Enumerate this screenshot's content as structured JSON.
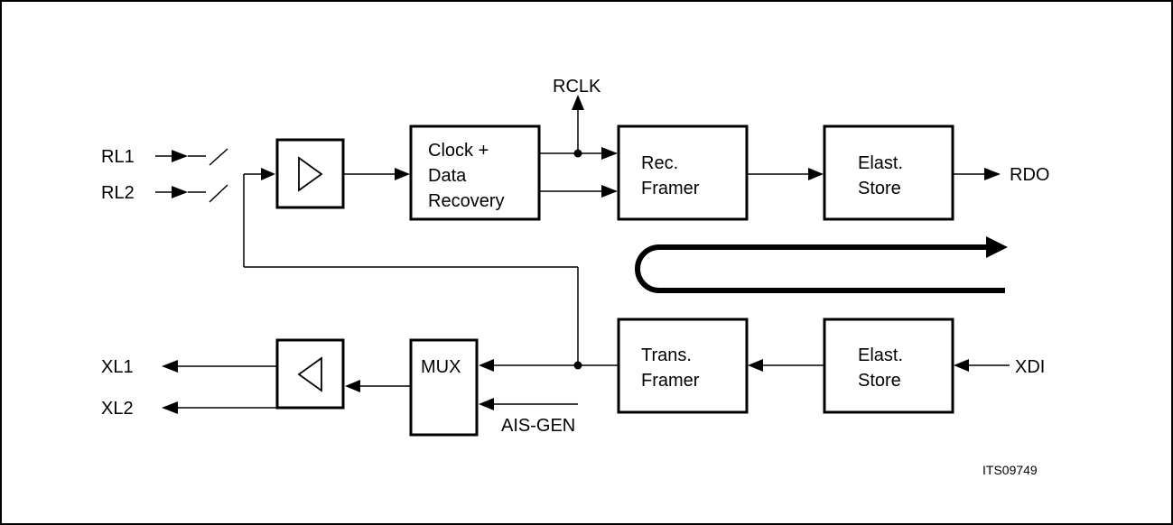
{
  "diagram": {
    "inputs": {
      "rl1": "RL1",
      "rl2": "RL2",
      "xdi": "XDI"
    },
    "outputs": {
      "xl1": "XL1",
      "xl2": "XL2",
      "rdo": "RDO",
      "rclk": "RCLK"
    },
    "blocks": {
      "receiver_amp": {
        "symbol": "triangle-right"
      },
      "clock_data_recovery": {
        "line1": "Clock +",
        "line2": "Data",
        "line3": "Recovery"
      },
      "rec_framer": {
        "line1": "Rec.",
        "line2": "Framer"
      },
      "elast_store_rx": {
        "line1": "Elast.",
        "line2": "Store"
      },
      "trans_framer": {
        "line1": "Trans.",
        "line2": "Framer"
      },
      "elast_store_tx": {
        "line1": "Elast.",
        "line2": "Store"
      },
      "mux": {
        "label": "MUX"
      },
      "transmit_driver": {
        "symbol": "triangle-left"
      }
    },
    "ais_gen": "AIS-GEN",
    "figure_id": "ITS09749",
    "colors": {
      "line": "#000000",
      "background": "#ffffff"
    }
  }
}
